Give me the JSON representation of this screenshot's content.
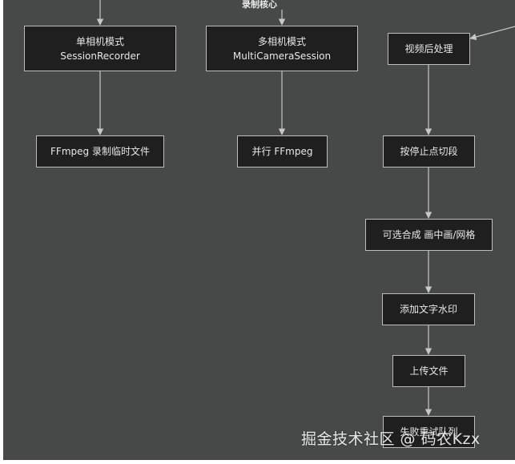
{
  "diagram": {
    "section_label": "录制核心",
    "nodes": {
      "single_camera": {
        "title": "单相机模式",
        "subtitle": "SessionRecorder"
      },
      "multi_camera": {
        "title": "多相机模式",
        "subtitle": "MultiCameraSession"
      },
      "ffmpeg_temp": {
        "label": "FFmpeg 录制临时文件"
      },
      "parallel_ffmpeg": {
        "label": "并行 FFmpeg"
      },
      "post_processing": {
        "label": "视频后处理"
      },
      "cut_by_stop": {
        "label": "按停止点切段"
      },
      "compose_optional": {
        "label": "可选合成 画中画/网格"
      },
      "text_watermark": {
        "label": "添加文字水印"
      },
      "upload_file": {
        "label": "上传文件"
      },
      "retry_queue": {
        "label": "失败重试队列"
      }
    }
  },
  "watermark": {
    "text": "掘金技术社区 @ 码农Kzx"
  },
  "colors": {
    "background": "#474848",
    "node_fill": "#1f1f1f",
    "node_border": "#bdbdbd",
    "edge": "#c8c8c8"
  }
}
